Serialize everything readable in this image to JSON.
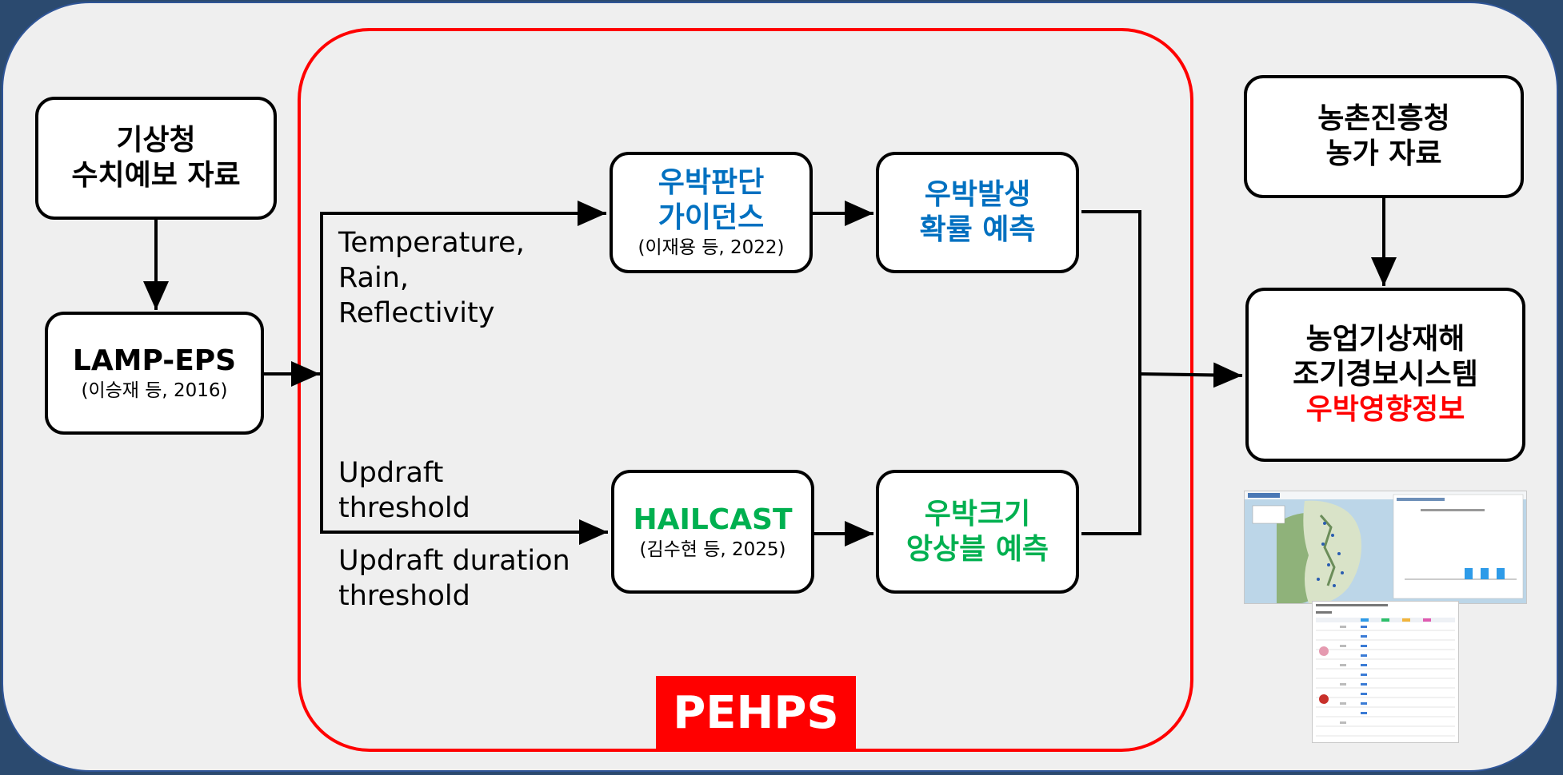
{
  "boxes": {
    "kma": {
      "line1": "기상청",
      "line2": "수치예보 자료"
    },
    "lamp": {
      "title": "LAMP-EPS",
      "ref": "(이승재 등, 2016)"
    },
    "guidance": {
      "line1": "우박판단",
      "line2": "가이던스",
      "ref": "(이재용 등, 2022)"
    },
    "occurrence": {
      "line1": "우박발생",
      "line2": "확률 예측"
    },
    "hailcast": {
      "title": "HAILCAST",
      "ref": "(김수현 등, 2025)"
    },
    "size": {
      "line1": "우박크기",
      "line2": "앙상블 예측"
    },
    "rda": {
      "line1": "농촌진흥청",
      "line2": "농가 자료"
    },
    "system": {
      "line1": "농업기상재해",
      "line2": "조기경보시스템",
      "line3": "우박영향정보"
    }
  },
  "labels": {
    "upper": [
      "Temperature,",
      "Rain,",
      "Reflectivity"
    ],
    "updraft": [
      "Updraft",
      "threshold"
    ],
    "duration": [
      "Updraft duration",
      "threshold"
    ]
  },
  "pehps": "PEHPS",
  "colors": {
    "frame_border": "#2f5597",
    "pehps": "#ff0000",
    "blue_text": "#0070c0",
    "green_text": "#00b050",
    "red_text": "#ff0000"
  }
}
